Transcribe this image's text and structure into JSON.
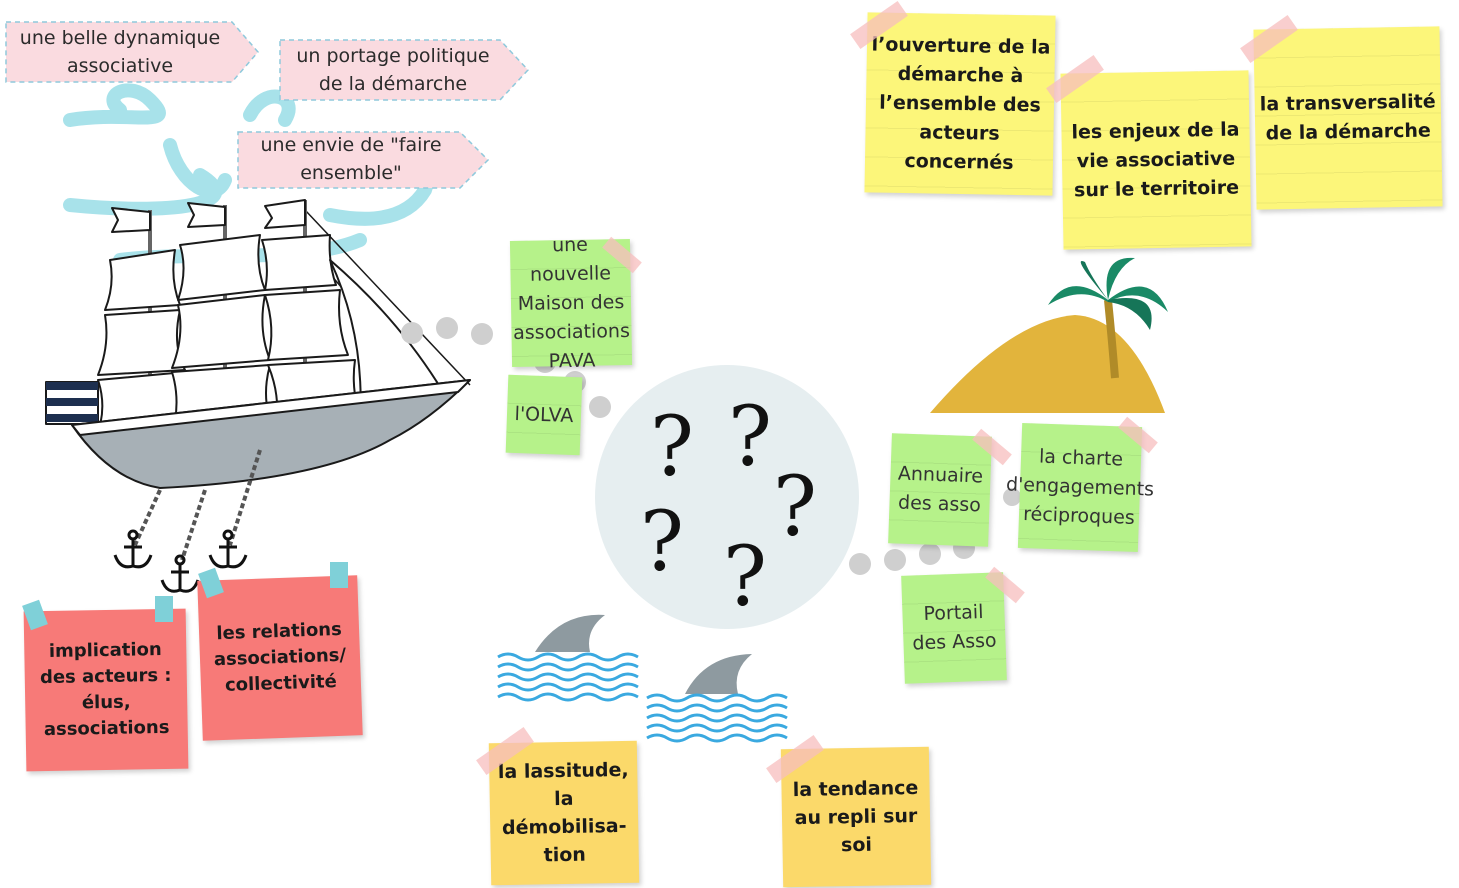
{
  "banners": {
    "dynamique": "une belle dynamique associative",
    "portage": "un portage politique de la démarche",
    "envie": "une envie de \"faire ensemble\""
  },
  "green_notes": {
    "maison": "une nouvelle Maison des associations PAVA",
    "olva": "l'OLVA",
    "annuaire": "Annuaire des asso",
    "charte": "la charte d'engagements réciproques",
    "portail": "Portail des Asso"
  },
  "yellow_notes": {
    "ouverture": "l’ouverture de la démarche à l’ensemble des acteurs concernés",
    "enjeux": "les enjeux de la vie associative sur le territoire",
    "transversalite": "la transversalité de la démarche"
  },
  "red_notes": {
    "implication": "implication des acteurs : élus, associations",
    "relations": "les relations associations/ collectivité"
  },
  "orange_notes": {
    "lassitude": "la lassitude, la démobilisa- tion",
    "repli": "la tendance au repli sur soi"
  },
  "colors": {
    "banner_fill": "#fadbe0",
    "green_note": "#b6f28a",
    "yellow_note": "#fcf67a",
    "red_note": "#f77a78",
    "orange_note": "#fbd96a",
    "wind": "#a8e2ea",
    "island": "#e2b43c",
    "palm": "#1a8a66",
    "wave": "#3aa9e0",
    "fin": "#8e9aa0",
    "circle": "#e6eef0"
  },
  "icons": [
    "ship-icon",
    "anchor-icon",
    "palm-tree-icon",
    "shark-fin-icon",
    "wave-icon",
    "question-mark-icon",
    "wind-swirl-icon",
    "flag-icon"
  ]
}
